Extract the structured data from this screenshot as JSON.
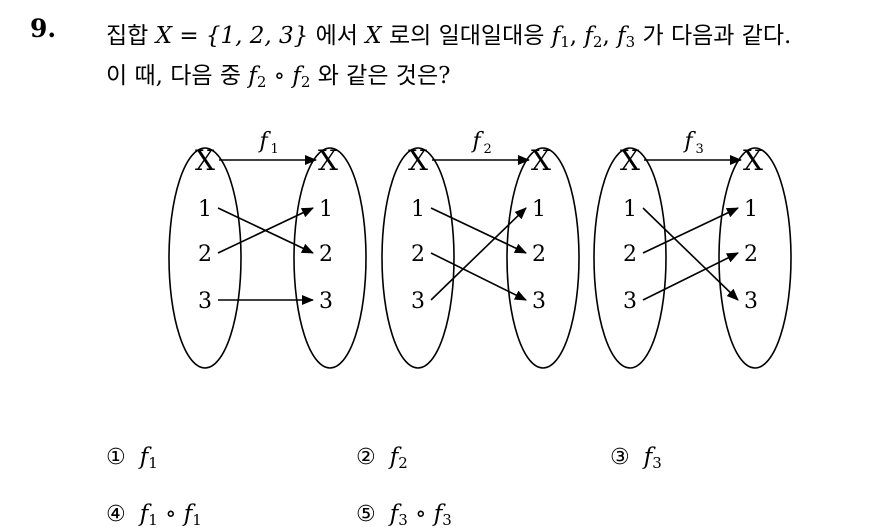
{
  "question": {
    "number": "9.",
    "line1_pre": "집합 ",
    "line1_set": "X = {1, 2, 3}",
    "line1_mid": " 에서 ",
    "line1_X": "X",
    "line1_post": " 로의 일대일대응 ",
    "f1_f": "f",
    "f1_sub": "1",
    "sep": ", ",
    "f2_f": "f",
    "f2_sub": "2",
    "f3_f": "f",
    "f3_sub": "3",
    "line1_end": " 가 다음과 같다.",
    "line2_pre": "이 때, 다음 중 ",
    "comp_f1": "f",
    "comp_s1": "2",
    "comp_op": " ∘ ",
    "comp_f2": "f",
    "comp_s2": "2",
    "line2_post": " 와 같은 것은?"
  },
  "diagrams": [
    {
      "func": "f",
      "sub": "1",
      "set_label": "X",
      "elements": [
        "1",
        "2",
        "3"
      ],
      "mapping": [
        2,
        1,
        3
      ]
    },
    {
      "func": "f",
      "sub": "2",
      "set_label": "X",
      "elements": [
        "1",
        "2",
        "3"
      ],
      "mapping": [
        2,
        3,
        1
      ]
    },
    {
      "func": "f",
      "sub": "3",
      "set_label": "X",
      "elements": [
        "1",
        "2",
        "3"
      ],
      "mapping": [
        3,
        1,
        2
      ]
    }
  ],
  "choices": [
    {
      "marker": "①",
      "parts": [
        [
          "f",
          "1"
        ]
      ]
    },
    {
      "marker": "②",
      "parts": [
        [
          "f",
          "2"
        ]
      ]
    },
    {
      "marker": "③",
      "parts": [
        [
          "f",
          "3"
        ]
      ]
    },
    {
      "marker": "④",
      "parts": [
        [
          "f",
          "1"
        ],
        [
          "f",
          "1"
        ]
      ]
    },
    {
      "marker": "⑤",
      "parts": [
        [
          "f",
          "3"
        ],
        [
          "f",
          "3"
        ]
      ]
    }
  ],
  "compose_symbol": " ∘ "
}
